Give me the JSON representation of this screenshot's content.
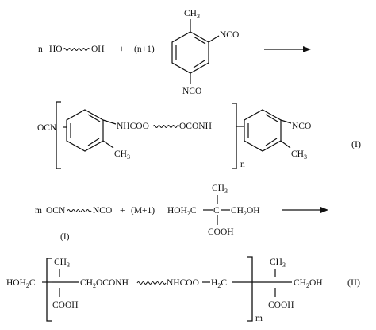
{
  "reaction1": {
    "n_label": "n",
    "ho_left": "HO",
    "oh_right": "OH",
    "plus": "+",
    "coeff": "(n+1)",
    "ch3": "CH",
    "ch3_sub": "3",
    "nco_top": "NCO",
    "nco_bottom": "NCO"
  },
  "product1": {
    "ocn": "OCN",
    "nhcoo": "NHCOO",
    "oconh": "OCONH",
    "nco": "NCO",
    "ch3_left": "CH",
    "ch3_right": "CH",
    "ch3_sub": "3",
    "repeat_n": "n",
    "label": "(I)"
  },
  "reaction2": {
    "m_label": "m",
    "ocn": "OCN",
    "nco": "NCO",
    "plus": "+",
    "coeff": "(M+1)",
    "hoh2c": "HOH",
    "hoh2c_sub": "2",
    "hoh2c_c": "C",
    "ch2oh": "CH",
    "ch2oh_sub": "2",
    "ch2oh_oh": "OH",
    "ch3": "CH",
    "ch3_sub": "3",
    "cooh": "COOH",
    "c": "C",
    "reactant_label": "(I)"
  },
  "product2": {
    "hoh2c": "HOH",
    "hoh2c_sub": "2",
    "hoh2c_c": "C",
    "ch3": "CH",
    "ch3_sub": "3",
    "chain": "CH",
    "chain_sub": "2",
    "chain_rest": "OCONH",
    "nhcoo": "NHCOO",
    "h2c": "H",
    "h2c_sub": "2",
    "h2c_c": "C",
    "ch2oh": "CH",
    "ch2oh_sub": "2",
    "ch2oh_oh": "OH",
    "cooh": "COOH",
    "repeat_m": "m",
    "label": "(II)"
  }
}
